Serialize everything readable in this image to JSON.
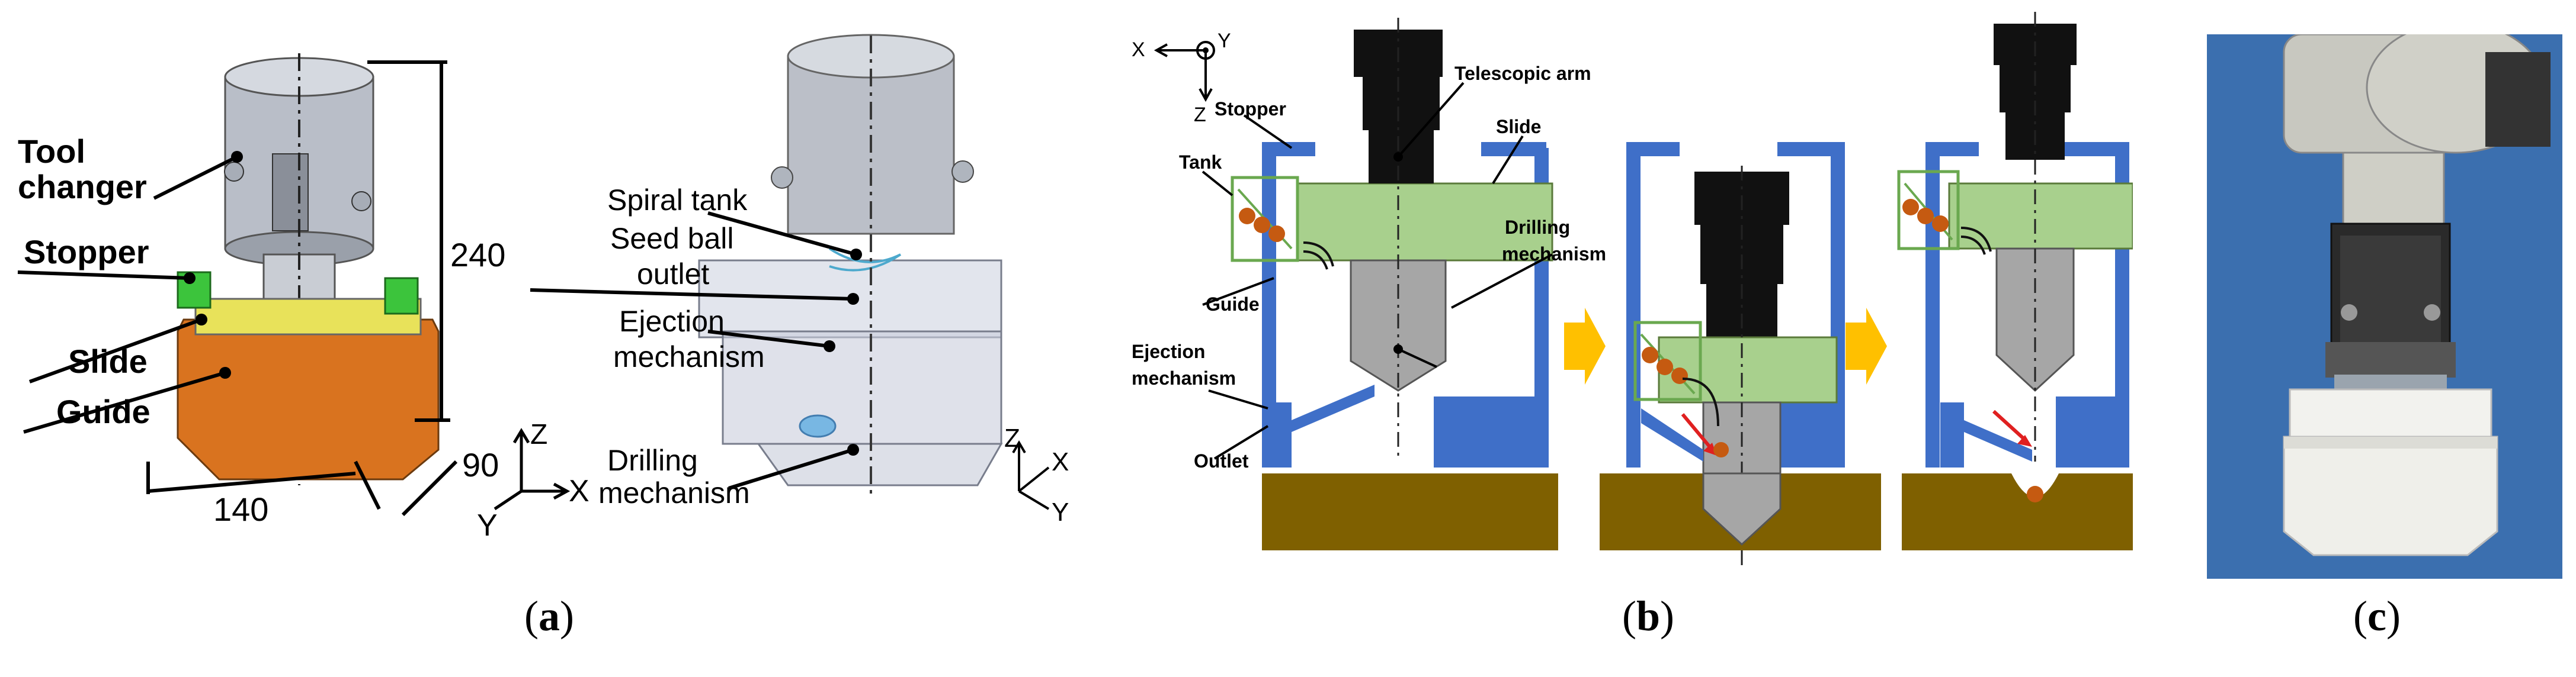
{
  "panel_a": {
    "labels": {
      "tool_changer_1": "Tool",
      "tool_changer_2": "changer",
      "stopper": "Stopper",
      "slide": "Slide",
      "guide": "Guide",
      "spiral_tank": "Spiral tank",
      "seed_ball_1": "Seed ball",
      "seed_ball_2": "outlet",
      "ejection_1": "Ejection",
      "ejection_2": "mechanism",
      "drilling_1": "Drilling",
      "drilling_2": "mechanism"
    },
    "dims": {
      "height": "240",
      "width": "140",
      "depth": "90"
    },
    "axes1": {
      "z": "Z",
      "x": "X",
      "y": "Y"
    },
    "axes2": {
      "z": "Z",
      "x": "X",
      "y": "Y"
    },
    "caption": "a"
  },
  "panel_b": {
    "axes": {
      "x": "X",
      "y": "Y",
      "z": "Z"
    },
    "labels": {
      "stopper": "Stopper",
      "telescopic_arm": "Telescopic arm",
      "slide": "Slide",
      "tank": "Tank",
      "drilling_1": "Drilling",
      "drilling_2": "mechanism",
      "guide": "Guide",
      "ejection_1": "Ejection",
      "ejection_2": "mechanism",
      "outlet": "Outlet"
    },
    "caption": "b"
  },
  "panel_c": {
    "caption": "c"
  },
  "colors": {
    "blue": "#3f6fc8",
    "green_slide": "#a8d08d",
    "soil": "#7f6000",
    "seed": "#c55a11",
    "black_arm": "#111111",
    "gray_drill": "#a6a6a6",
    "orange_guide": "#d9731f",
    "yellow_slide": "#e8e25a",
    "green_stopper": "#3cc43c",
    "photo_bg": "#3f74b5"
  }
}
